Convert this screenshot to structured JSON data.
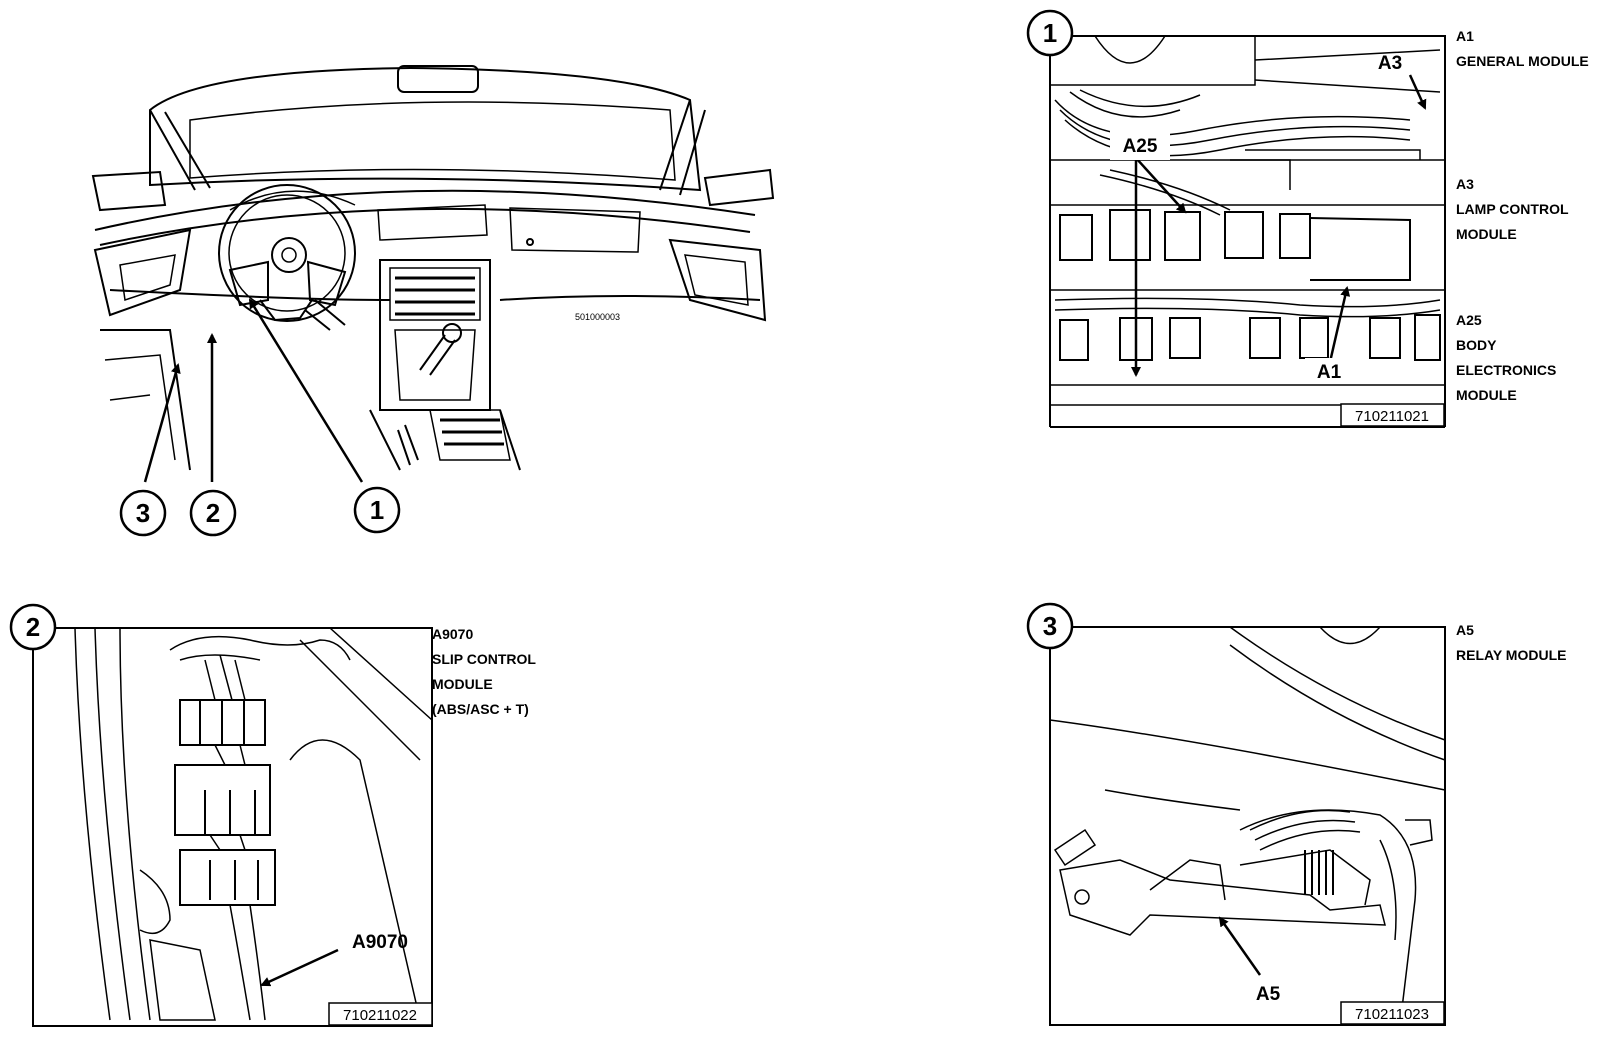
{
  "overview": {
    "callouts": [
      "1",
      "2",
      "3"
    ],
    "drawing_ref": "501000003"
  },
  "panel1": {
    "number": "1",
    "ref": "710211021",
    "tags": {
      "a3": "A3",
      "a25": "A25",
      "a1": "A1"
    },
    "labels": [
      {
        "code": "A1",
        "lines": [
          "GENERAL MODULE"
        ]
      },
      {
        "code": "A3",
        "lines": [
          "LAMP CONTROL",
          "MODULE"
        ]
      },
      {
        "code": "A25",
        "lines": [
          "BODY",
          "ELECTRONICS",
          "MODULE"
        ]
      }
    ]
  },
  "panel2": {
    "number": "2",
    "ref": "710211022",
    "tags": {
      "a9070": "A9070"
    },
    "label": {
      "code": "A9070",
      "lines": [
        "SLIP CONTROL",
        "MODULE",
        "(ABS/ASC + T)"
      ]
    }
  },
  "panel3": {
    "number": "3",
    "ref": "710211023",
    "tags": {
      "a5": "A5"
    },
    "label": {
      "code": "A5",
      "lines": [
        "RELAY MODULE"
      ]
    }
  }
}
